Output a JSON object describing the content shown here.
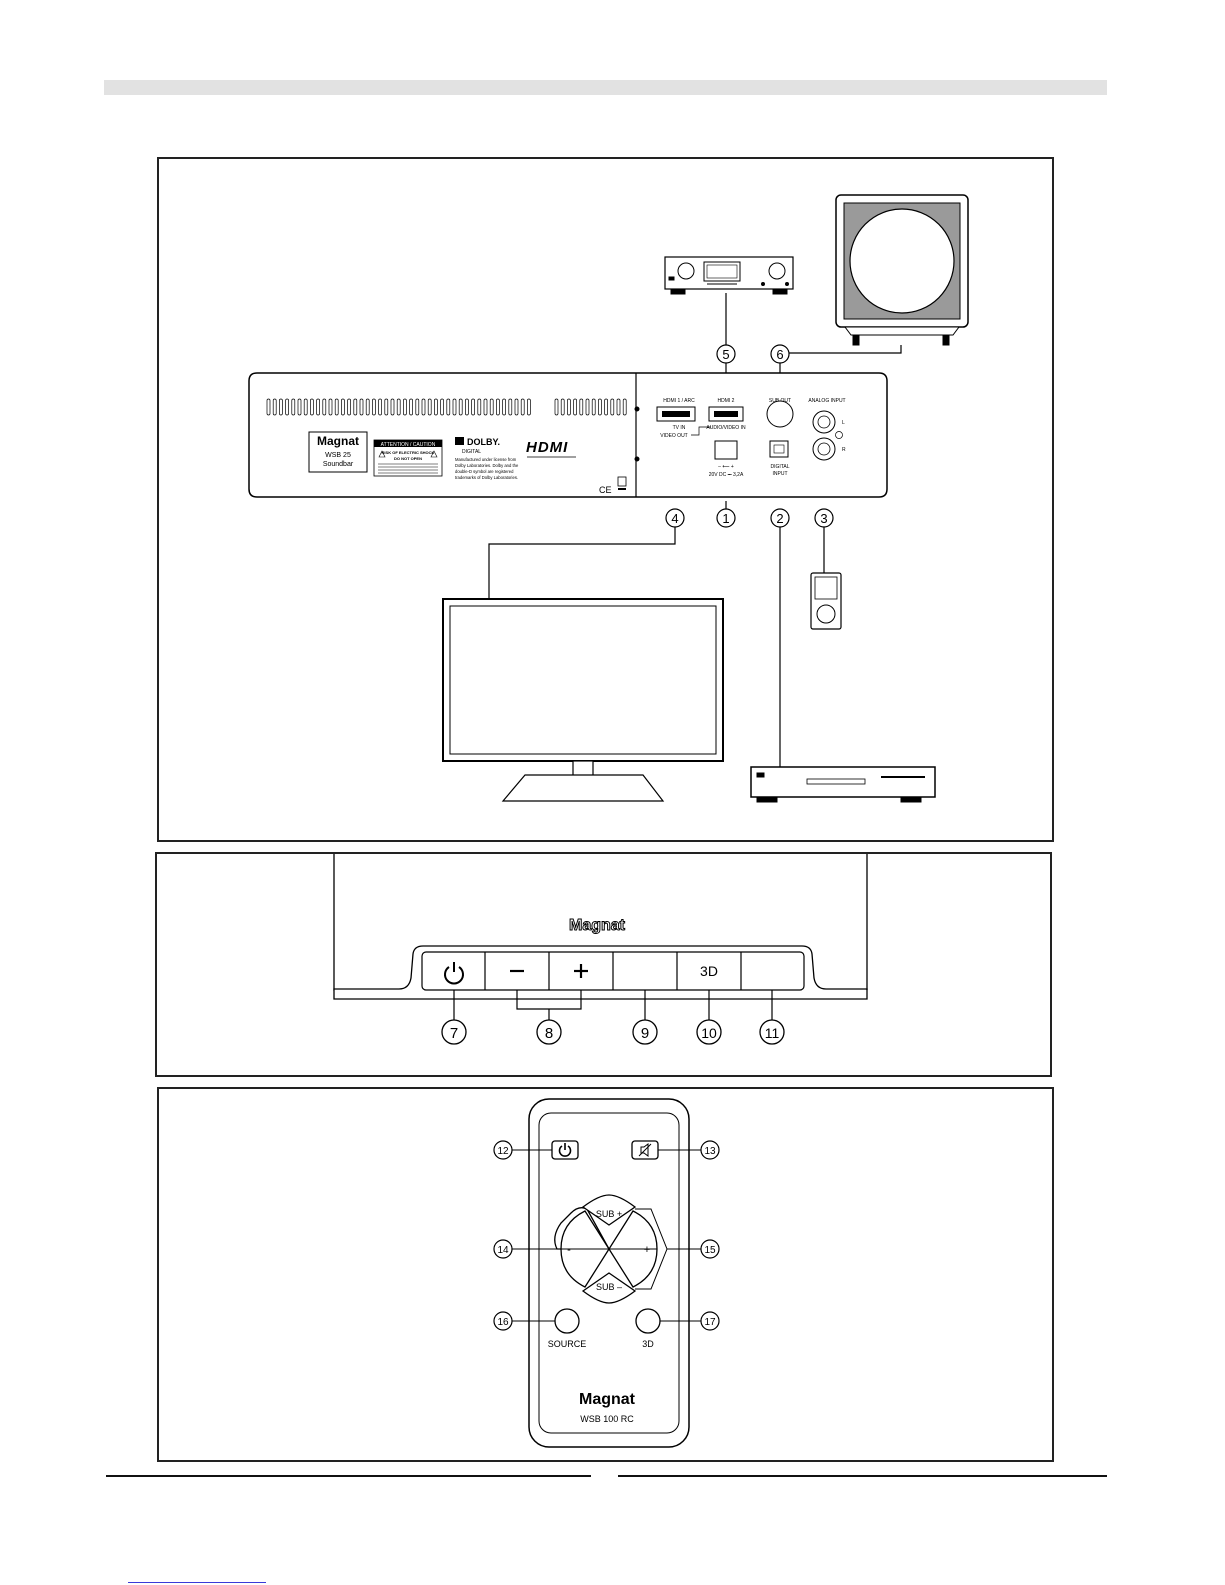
{
  "soundbar_rear": {
    "brand": "Magnat",
    "model_line1": "WSB 25",
    "model_line2": "Soundbar",
    "caution_title": "ATTENTION / CAUTION",
    "caution_line1": "RISK OF ELECTRIC SHOCK",
    "caution_line2": "DO NOT OPEN",
    "dolby_brand": "DOLBY.",
    "dolby_sub": "DIGITAL",
    "dolby_text1": "Manufactured under license from",
    "dolby_text2": "Dolby Laboratories. Dolby and the",
    "dolby_text3": "double-D symbol are registered",
    "dolby_text4": "trademarks of Dolby Laboratories.",
    "hdmi_logo": "HDMI",
    "port_hdmi1": "HDMI 1 / ARC",
    "port_tvin": "TV IN",
    "port_videoout": "VIDEO OUT",
    "port_hdmi2": "HDMI 2",
    "port_avin": "AUDIO/VIDEO IN",
    "port_subout": "SUB OUT",
    "port_analog": "ANALOG INPUT",
    "port_l": "L",
    "port_r": "R",
    "port_digital1": "DIGITAL",
    "port_digital2": "INPUT",
    "port_power": "20V DC ⎓ 3,2A",
    "ce_mark": "CE"
  },
  "callouts_rear": [
    "1",
    "2",
    "3",
    "4",
    "5",
    "6"
  ],
  "front_panel": {
    "brand": "Magnat",
    "button_3d": "3D",
    "callouts": [
      "7",
      "8",
      "9",
      "10",
      "11"
    ]
  },
  "remote": {
    "sub_plus": "SUB +",
    "sub_minus": "SUB –",
    "minus": "-",
    "plus": "+",
    "source": "SOURCE",
    "three_d": "3D",
    "brand": "Magnat",
    "model": "WSB 100 RC",
    "callouts": [
      "12",
      "13",
      "14",
      "15",
      "16",
      "17"
    ]
  }
}
